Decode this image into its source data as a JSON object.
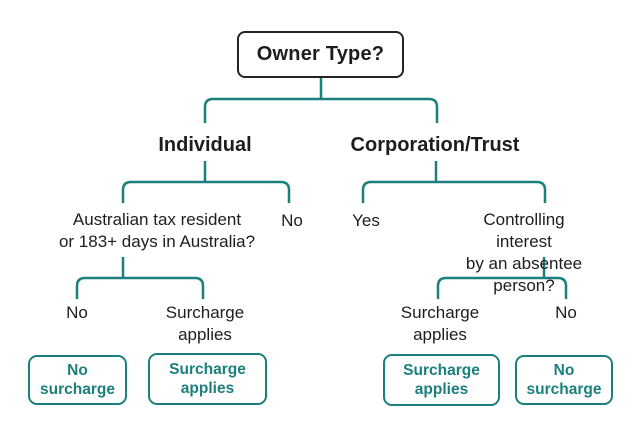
{
  "colors": {
    "teal": "#1b807d",
    "ink": "#1d1d1f",
    "background": "#ffffff"
  },
  "flowchart": {
    "root": {
      "label": "Owner Type?"
    },
    "level1": {
      "individual": "Individual",
      "corporation": "Corporation/Trust"
    },
    "level2": {
      "individual_question": "Australian tax resident\nor 183+ days in Australia?",
      "individual_no": "No",
      "corporation_yes": "Yes",
      "corporation_question": "Controlling interest\nby an absentee person?"
    },
    "level3": {
      "individual_no": "No",
      "individual_surcharge": "Surcharge\napplies",
      "corporation_surcharge": "Surcharge\napplies",
      "corporation_no": "No"
    },
    "outcomes": {
      "individual_no_box": "No surcharge",
      "individual_surcharge_box": "Surcharge\napplies",
      "corporation_surcharge_box": "Surcharge\napplies",
      "corporation_no_box": "No surcharge"
    }
  }
}
